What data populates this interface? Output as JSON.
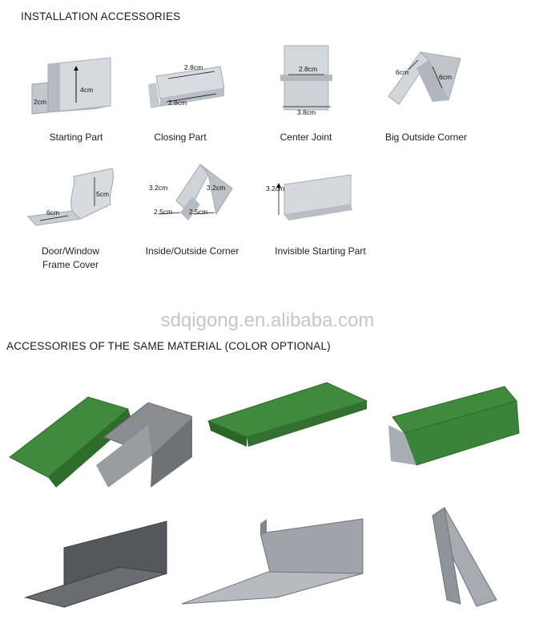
{
  "install_title": "INSTALLATION ACCESSORIES",
  "same_title": "ACCESSORIES OF THE SAME MATERIAL (COLOR OPTIONAL)",
  "watermark": "sdqigong.en.alibaba.com",
  "colors": {
    "aluminium": "#c9ced3",
    "green": "#3f8a3c",
    "grey": "#8a8d90",
    "dark_grey": "#55585b",
    "galvanized": "#9ea4aa"
  },
  "parts": [
    {
      "name": "Starting Part",
      "dims": [
        "2cm",
        "4cm"
      ]
    },
    {
      "name": "Closing Part",
      "dims": [
        "2.8cm",
        "2.8cm"
      ]
    },
    {
      "name": "Center Joint",
      "dims": [
        "2.8cm",
        "3.8cm"
      ]
    },
    {
      "name": "Big Outside Corner",
      "dims": [
        "6cm",
        "6cm"
      ]
    },
    {
      "name_line1": "Door/Window",
      "name_line2": "Frame Cover",
      "dims": [
        "5cm",
        "6cm"
      ]
    },
    {
      "name": "Inside/Outside Corner",
      "dims": [
        "3.2cm",
        "3.2cm",
        "2.5cm",
        "2.5cm"
      ]
    },
    {
      "name": "Invisible Starting Part",
      "dims": [
        "3.2cm"
      ]
    }
  ]
}
